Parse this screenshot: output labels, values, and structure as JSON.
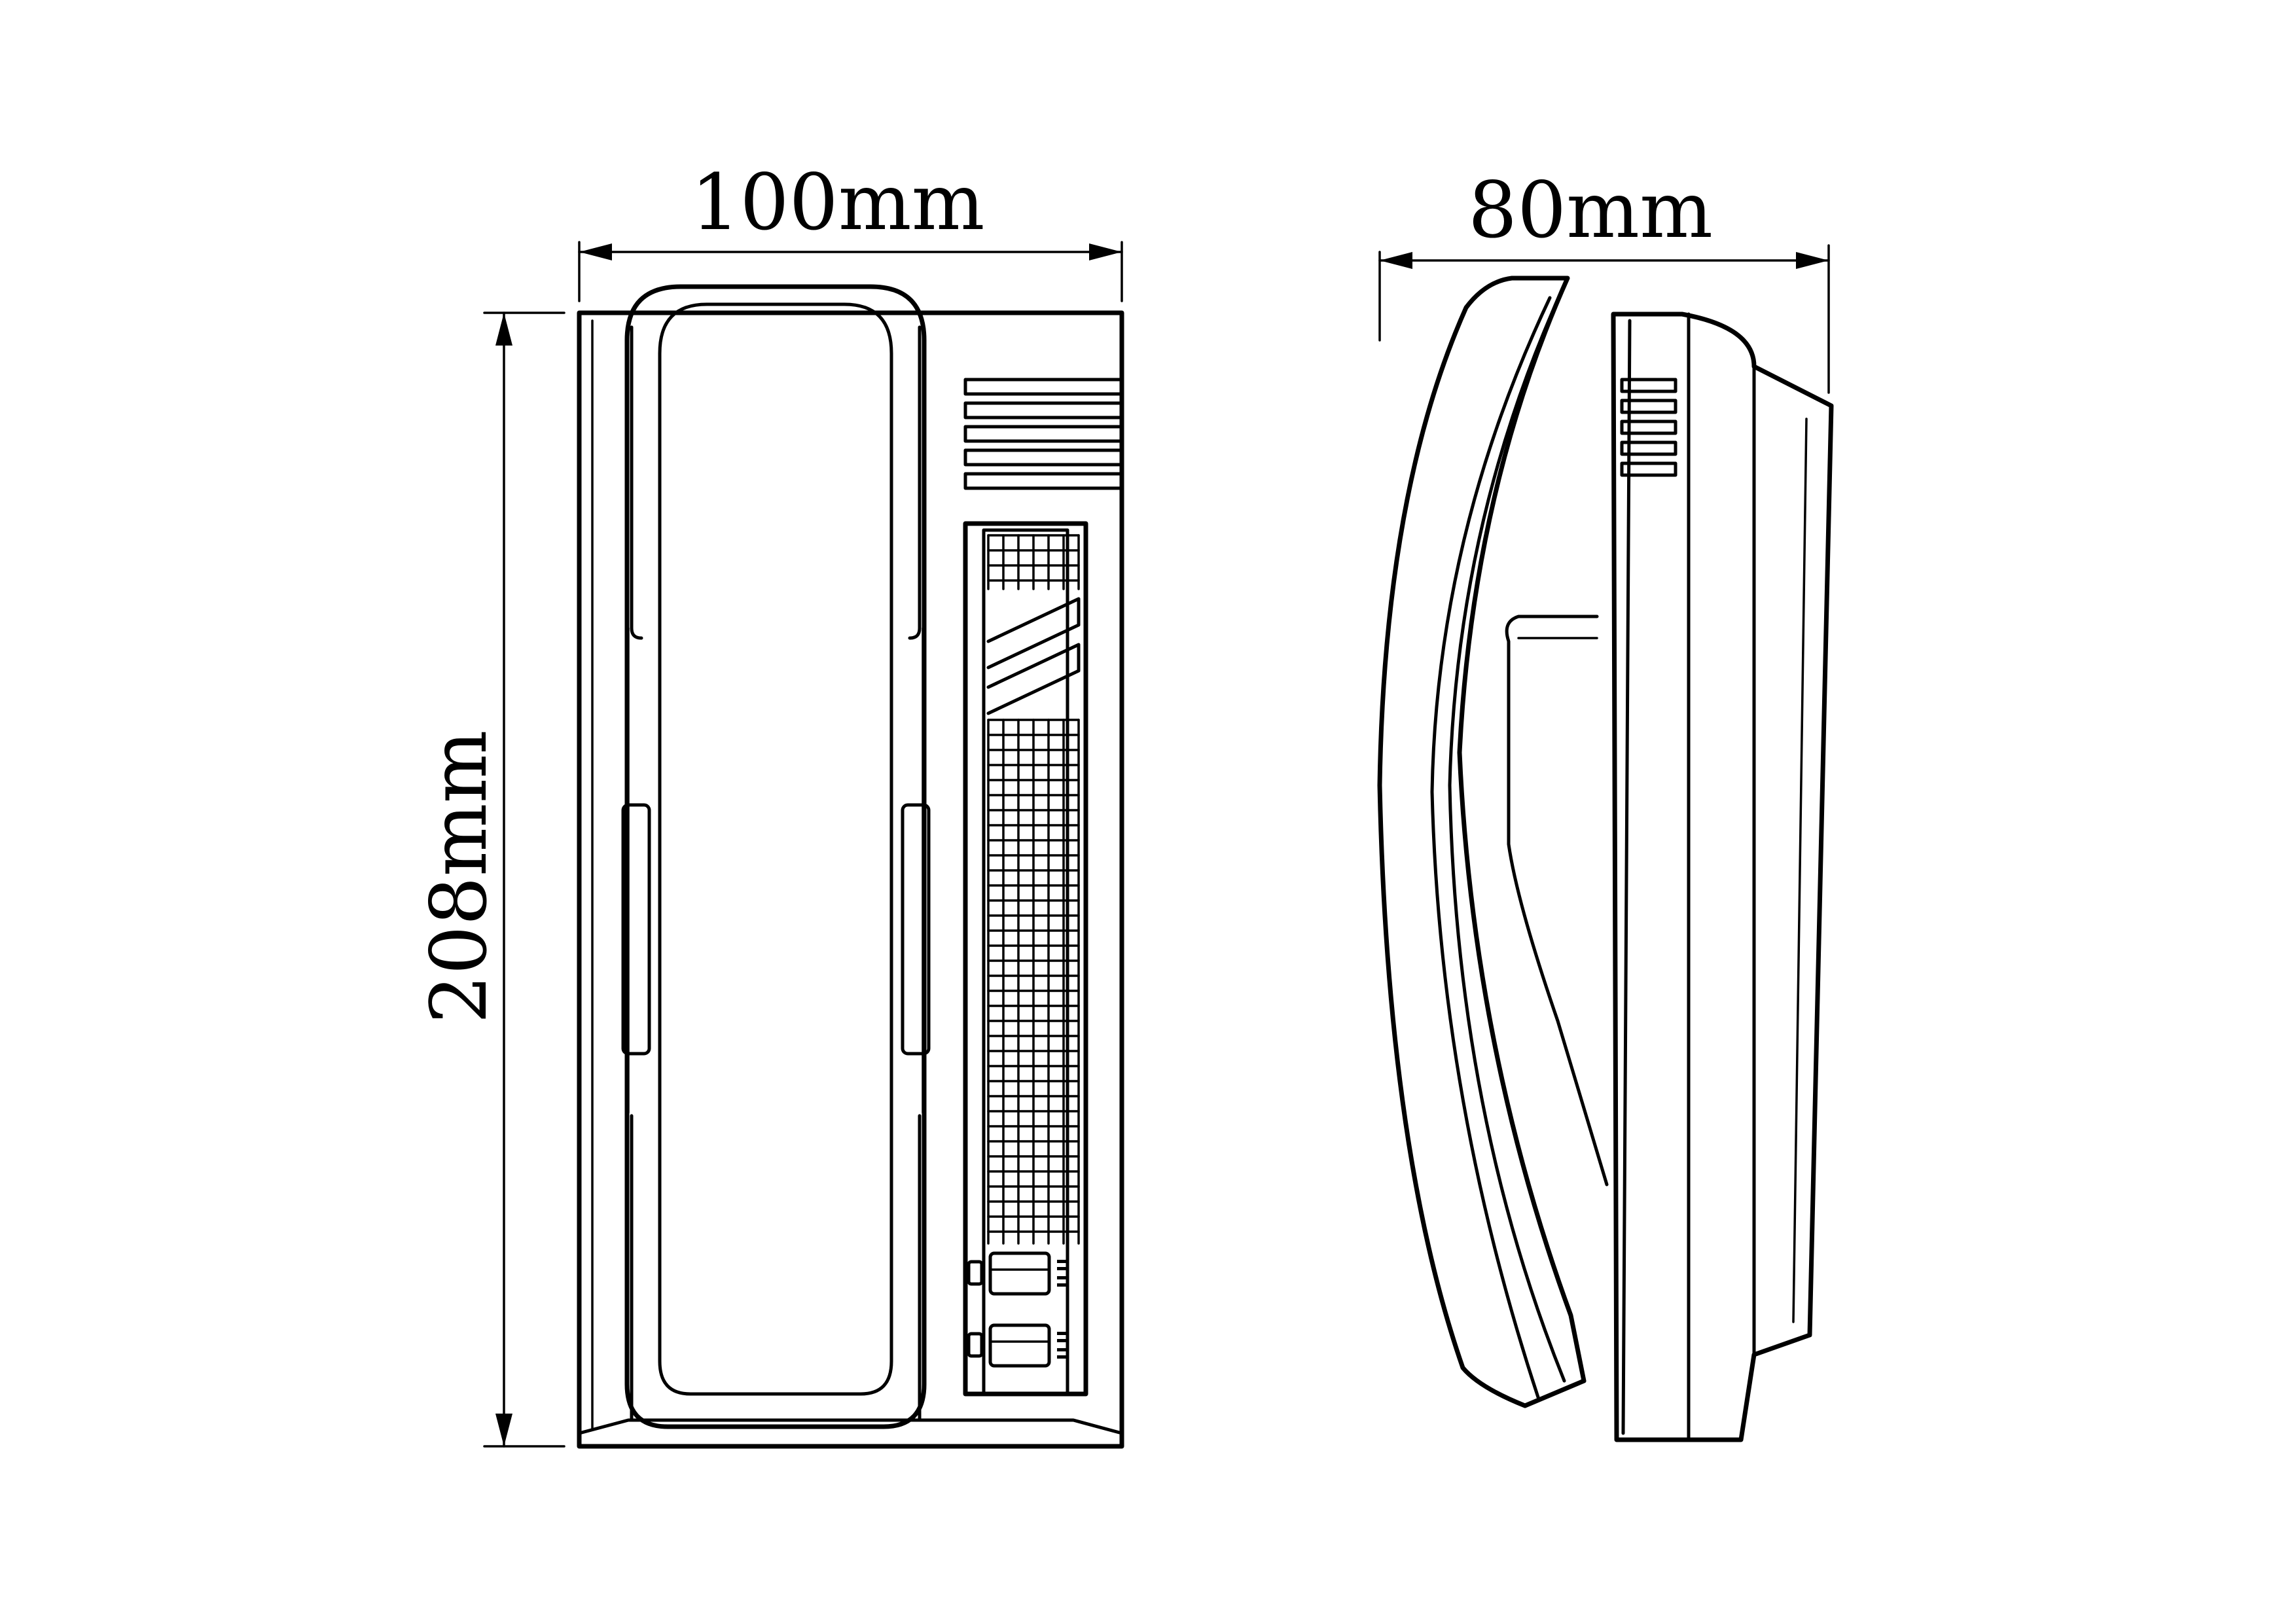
{
  "dimensions": {
    "width_label": "100mm",
    "depth_label": "80mm",
    "height_label": "208mm"
  },
  "button_labels": {
    "top": "",
    "bottom": ""
  }
}
